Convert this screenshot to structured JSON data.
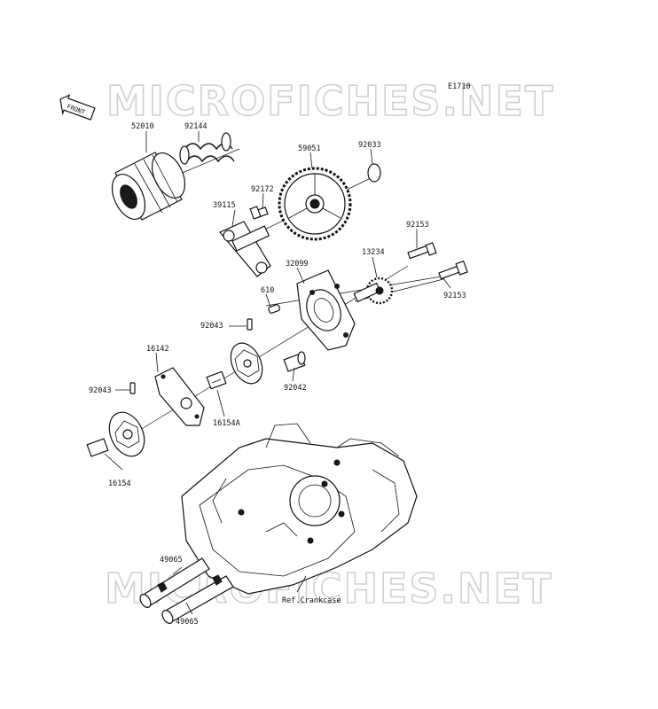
{
  "diagram": {
    "code": "E1710",
    "watermark": "MICROFICHES.NET",
    "front_label": "FRONT",
    "reference_label": "Ref.Crankcase",
    "parts": [
      {
        "id": "52010"
      },
      {
        "id": "92144"
      },
      {
        "id": "59051"
      },
      {
        "id": "92033"
      },
      {
        "id": "92172"
      },
      {
        "id": "39115"
      },
      {
        "id": "92153"
      },
      {
        "id": "13234"
      },
      {
        "id": "32099"
      },
      {
        "id": "610"
      },
      {
        "id": "92153"
      },
      {
        "id": "92043"
      },
      {
        "id": "16142"
      },
      {
        "id": "92042"
      },
      {
        "id": "92043"
      },
      {
        "id": "16154A"
      },
      {
        "id": "16154"
      },
      {
        "id": "49065"
      },
      {
        "id": "49065"
      }
    ]
  }
}
